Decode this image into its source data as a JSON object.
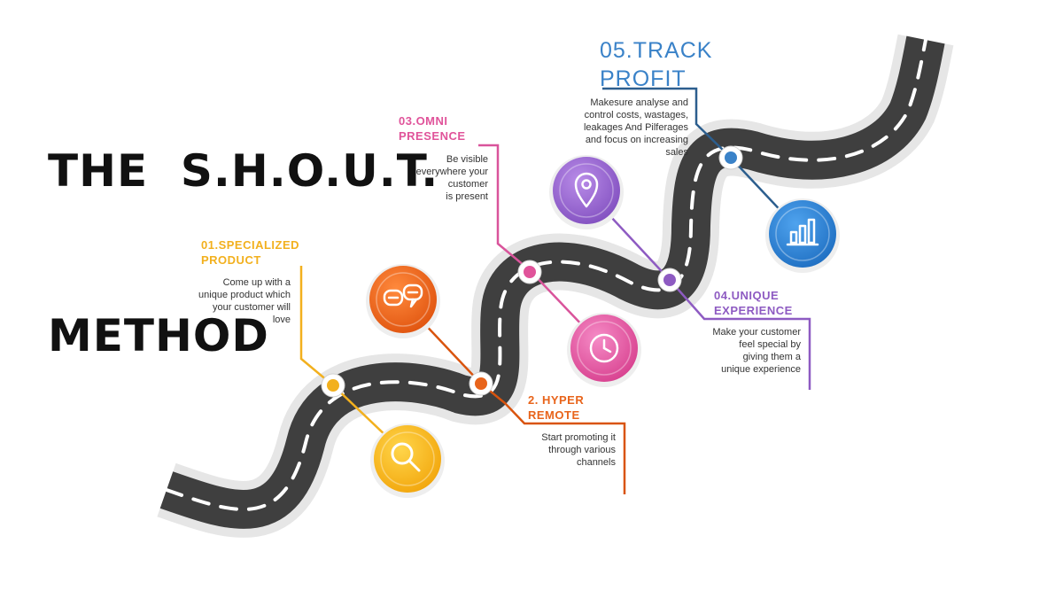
{
  "title": {
    "line1": "THE  S.H.O.U.T.",
    "line2": "METHOD"
  },
  "steps": [
    {
      "title": "01.SPECIALIZED\nPRODUCT",
      "description": "Come up with a\nunique product which\nyour customer will\nlove",
      "color": "#F2B01E",
      "icon": "magnifier-icon"
    },
    {
      "title": "2. HYPER\nREMOTE",
      "description": "Start promoting it\nthrough various\nchannels",
      "color": "#E8641B",
      "icon": "chat-bubbles-icon"
    },
    {
      "title": "03.OMNI\nPRESENCE",
      "description": "Be visible\neverywhere your\ncustomer\nis present",
      "color": "#E0539A",
      "icon": "clock-icon"
    },
    {
      "title": "04.UNIQUE\nEXPERIENCE",
      "description": "Make your customer\nfeel special by\ngiving them a\nunique experience",
      "color": "#8E5BC2",
      "icon": "location-pin-icon"
    },
    {
      "title": "05.TRACK\nPROFIT",
      "description": "Makesure analyse and\ncontrol costs, wastages,\nleakages And Pilferages\nand focus on increasing\nsales",
      "color": "#3A82C8",
      "icon": "bar-chart-icon"
    }
  ]
}
